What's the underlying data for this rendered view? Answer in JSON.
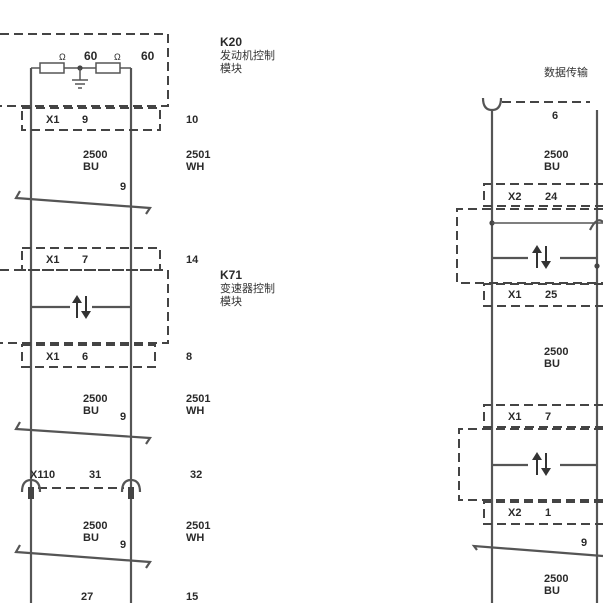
{
  "left": {
    "k20": {
      "code": "K20",
      "line1": "发动机控制",
      "line2": "模块"
    },
    "k71": {
      "code": "K71",
      "line1": "变速器控制",
      "line2": "模块"
    },
    "resistor_symbol": "Ω",
    "resistor_value_1": "60",
    "resistor_value_2": "60",
    "connectors": [
      {
        "name": "X1",
        "pin": "9",
        "right_num": "10"
      },
      {
        "name": "X1",
        "pin": "7",
        "right_num": "14"
      },
      {
        "name": "X1",
        "pin": "6",
        "right_num": "8"
      },
      {
        "name": "X110",
        "pin": "31",
        "right_num": "32"
      }
    ],
    "wires": [
      {
        "left_code": "2500",
        "left_color": "BU",
        "twist_num": "9",
        "right_code": "2501",
        "right_color": "WH"
      },
      {
        "left_code": "2500",
        "left_color": "BU",
        "twist_num": "9",
        "right_code": "2501",
        "right_color": "WH"
      },
      {
        "left_code": "2500",
        "left_color": "BU",
        "twist_num": "9",
        "right_code": "2501",
        "right_color": "WH"
      }
    ],
    "bottom_left": "27",
    "bottom_right": "15"
  },
  "right": {
    "title": "数据传输",
    "top_pin": "6",
    "connectors": [
      {
        "name": "X2",
        "pin": "24"
      },
      {
        "name": "X1",
        "pin": "25"
      },
      {
        "name": "X1",
        "pin": "7"
      },
      {
        "name": "X2",
        "pin": "1"
      }
    ],
    "wires": [
      {
        "code": "2500",
        "color": "BU"
      },
      {
        "code": "2500",
        "color": "BU"
      },
      {
        "code": "2500",
        "color": "BU"
      }
    ],
    "twist_num": "9"
  },
  "colors": {
    "line": "#555555",
    "text": "#2a2a2a"
  }
}
